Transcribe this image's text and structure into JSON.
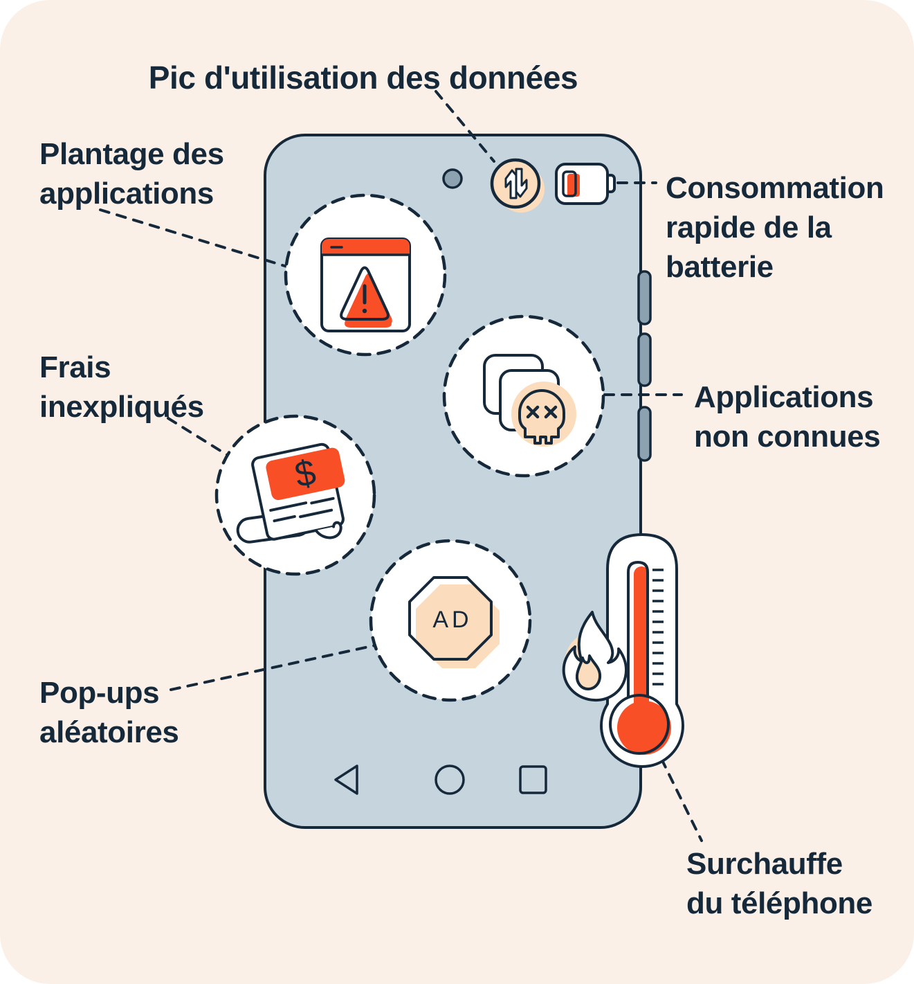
{
  "page": {
    "background": "#FFFFFF",
    "card_background": "#FAF0E8"
  },
  "colors": {
    "navy": "#16293A",
    "orange": "#F94F27",
    "peach": "#FBDDBE",
    "phone_body": "#C6D4DE",
    "phone_button": "#8DA2B0",
    "white": "#FFFFFF"
  },
  "labels": {
    "data_spike": {
      "text": "Pic d'utilisation des données"
    },
    "app_crash": {
      "line1": "Plantage des",
      "line2": "applications"
    },
    "battery_drain": {
      "line1": "Consommation",
      "line2": "rapide de la",
      "line3": "batterie"
    },
    "unexplained_charges": {
      "line1": "Frais",
      "line2": "inexpliqués"
    },
    "unknown_apps": {
      "line1": "Applications",
      "line2": "non connues"
    },
    "random_popups": {
      "line1": "Pop-ups",
      "line2": "aléatoires"
    },
    "phone_overheating": {
      "line1": "Surchauffe",
      "line2": "du téléphone"
    }
  },
  "icon_text": {
    "ad_badge": "AD",
    "currency": "$"
  },
  "icons": {
    "camera-dot-icon": "small gray circle camera",
    "data-usage-icon": "up and down arrows in peach circle",
    "low-battery-icon": "battery with low red charge bar",
    "app-crash-icon": "browser window with warning triangle",
    "warning-triangle-icon": "exclamation warning triangle",
    "unknown-apps-icon": "stacked app windows with skull",
    "skull-icon": "skull with x eyes",
    "receipt-icon": "tilted billing receipt with dollar sign",
    "ad-octagon-icon": "octagon badge with AD text",
    "flame-icon": "fire flame",
    "thermometer-icon": "thermometer with high red reading",
    "back-nav-icon": "triangle back button",
    "home-nav-icon": "circle home button",
    "recents-nav-icon": "square recents button"
  }
}
